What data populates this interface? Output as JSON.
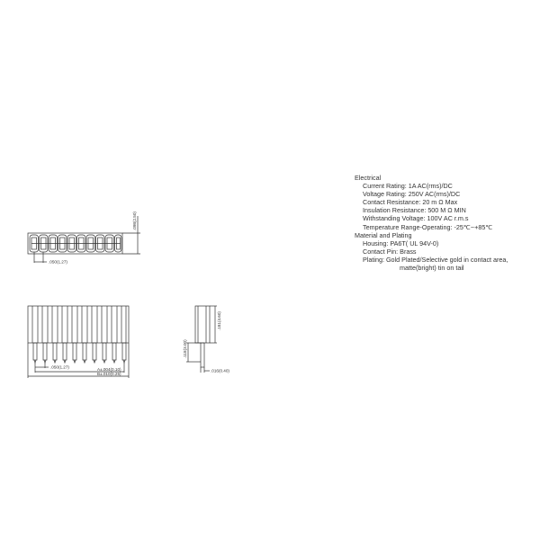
{
  "drawing": {
    "top_view": {
      "pin_count": 10,
      "pitch_label": ".050(1.27)",
      "height_label": ".098(2.50)"
    },
    "front_view": {
      "pin_count": 10,
      "pitch_label": ".050(1.27)",
      "dim_a_label": "A±.004(0.10)",
      "dim_b_label": "B±.010(0.25)"
    },
    "side_view": {
      "body_height_label": ".181(4.60)",
      "tail_length_label": ".118(3.00)",
      "pin_width_label": ".016(0.40)"
    }
  },
  "specs": {
    "electrical_title": "Electrical",
    "current_rating": "Current Rating: 1A  AC(rms)/DC",
    "voltage_rating": "Voltage Rating: 250V  AC(rms)/DC",
    "contact_resistance": "Contact Resistance: 20  m Ω  Max",
    "insulation_resistance": "Insulation Resistance: 500  M Ω  MIN",
    "withstanding_voltage": "Withstanding Voltage: 100V  AC  r.m.s",
    "temperature_range": "Temperature Range-Operating: -25℃~+85℃",
    "material_title": "Material and Plating",
    "housing": "Housing: PA6T( UL 94V-0)",
    "contact_pin": "Contact Pin: Brass",
    "plating": "Plating: Gold Plated/Selective gold in contact area,",
    "plating_cont": "matte(bright) tin on tail"
  }
}
